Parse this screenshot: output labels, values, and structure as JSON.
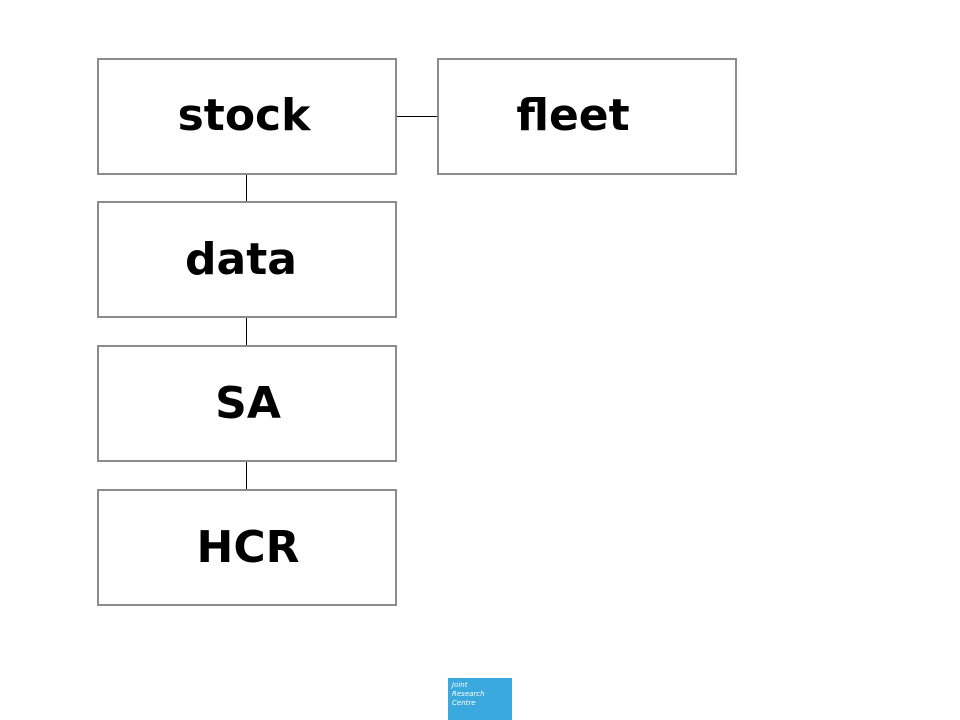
{
  "diagram": {
    "nodes": [
      {
        "id": "stock",
        "label": "stock"
      },
      {
        "id": "fleet",
        "label": "fleet"
      },
      {
        "id": "data",
        "label": "data"
      },
      {
        "id": "sa",
        "label": "SA"
      },
      {
        "id": "hcr",
        "label": "HCR"
      }
    ],
    "edges": [
      {
        "from": "stock",
        "to": "fleet"
      },
      {
        "from": "stock",
        "to": "data"
      },
      {
        "from": "data",
        "to": "sa"
      },
      {
        "from": "sa",
        "to": "hcr"
      }
    ]
  },
  "logo": {
    "lines": [
      "Joint",
      "Research",
      "Centre"
    ],
    "background_color": "#3aa9de"
  }
}
